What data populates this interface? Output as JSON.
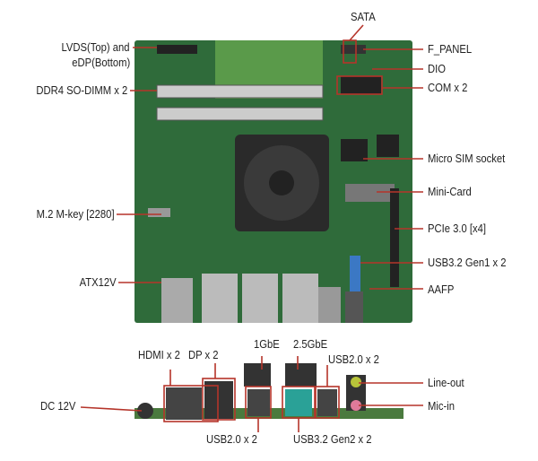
{
  "labels": {
    "sata": "SATA",
    "f_panel": "F_PANEL",
    "dio": "DIO",
    "com": "COM x 2",
    "micro_sim": "Micro SIM socket",
    "mini_card": "Mini-Card",
    "pcie": "PCIe 3.0 [x4]",
    "usb32_gen1": "USB3.2 Gen1 x 2",
    "aafp": "AAFP",
    "lvds_top": "LVDS(Top) and",
    "edp_bottom": "eDP(Bottom)",
    "ddr4": "DDR4 SO-DIMM x 2",
    "m2": "M.2 M-key [2280]",
    "atx12v": "ATX12V",
    "hdmi": "HDMI x 2",
    "dp": "DP x 2",
    "gbe1": "1GbE",
    "gbe25": "2.5GbE",
    "usb20_top": "USB2.0 x 2",
    "line_out": "Line-out",
    "mic_in": "Mic-in",
    "dc12v": "DC 12V",
    "usb20_bottom": "USB2.0 x 2",
    "usb32_gen2": "USB3.2 Gen2 x 2"
  },
  "colors": {
    "callout": "#b5342a",
    "board": "#2f6b3a"
  }
}
